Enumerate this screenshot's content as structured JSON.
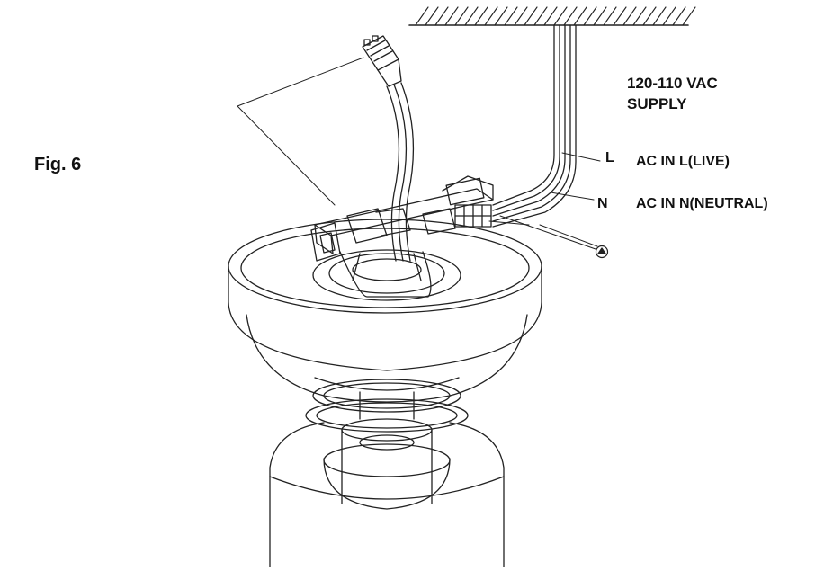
{
  "figure": {
    "label": "Fig. 6"
  },
  "supply": {
    "line1": "120-110 VAC",
    "line2": "SUPPLY"
  },
  "leads": {
    "live": {
      "letter": "L",
      "text": "AC IN L(LIVE)"
    },
    "neutral": {
      "letter": "N",
      "text": "AC IN N(NEUTRAL)"
    },
    "ground": {
      "symbol": "ground-icon"
    }
  },
  "colors": {
    "line": "#222222",
    "background": "#ffffff"
  }
}
